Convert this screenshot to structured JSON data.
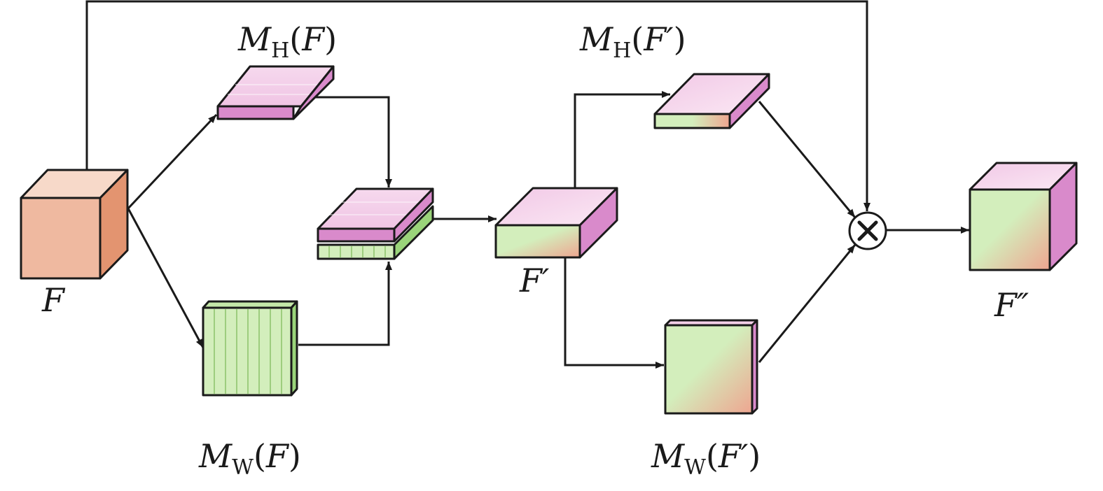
{
  "diagram": {
    "nodes": [
      {
        "id": "F",
        "label": "F"
      },
      {
        "id": "MH_F",
        "label": "M",
        "sub": "H",
        "arg": "(F)"
      },
      {
        "id": "MW_F",
        "label": "M",
        "sub": "W",
        "arg": "(F)"
      },
      {
        "id": "concat",
        "label": ""
      },
      {
        "id": "F_prime",
        "label": "F′"
      },
      {
        "id": "MH_Fp",
        "label": "M",
        "sub": "H",
        "arg": "(F′)"
      },
      {
        "id": "MW_Fp",
        "label": "M",
        "sub": "W",
        "arg": "(F′)"
      },
      {
        "id": "mult",
        "label": "⊗"
      },
      {
        "id": "F_dprime",
        "label": "F″"
      }
    ],
    "edges": [
      {
        "from": "F",
        "to": "MH_F"
      },
      {
        "from": "F",
        "to": "MW_F"
      },
      {
        "from": "F",
        "to": "mult"
      },
      {
        "from": "MH_F",
        "to": "concat"
      },
      {
        "from": "MW_F",
        "to": "concat"
      },
      {
        "from": "concat",
        "to": "F_prime"
      },
      {
        "from": "F_prime",
        "to": "MH_Fp"
      },
      {
        "from": "F_prime",
        "to": "MW_Fp"
      },
      {
        "from": "MH_Fp",
        "to": "mult"
      },
      {
        "from": "MW_Fp",
        "to": "mult"
      },
      {
        "from": "mult",
        "to": "F_dprime"
      }
    ],
    "colors": {
      "peach": "#efb9a0",
      "peach_light": "#f7d9c9",
      "peach_dark": "#e39470",
      "pink": "#f3cfe8",
      "magenta": "#d98acb",
      "green": "#d3eebc",
      "green_dark": "#9ad47a",
      "salmon": "#eea590",
      "ink": "#1a1a1a"
    }
  }
}
